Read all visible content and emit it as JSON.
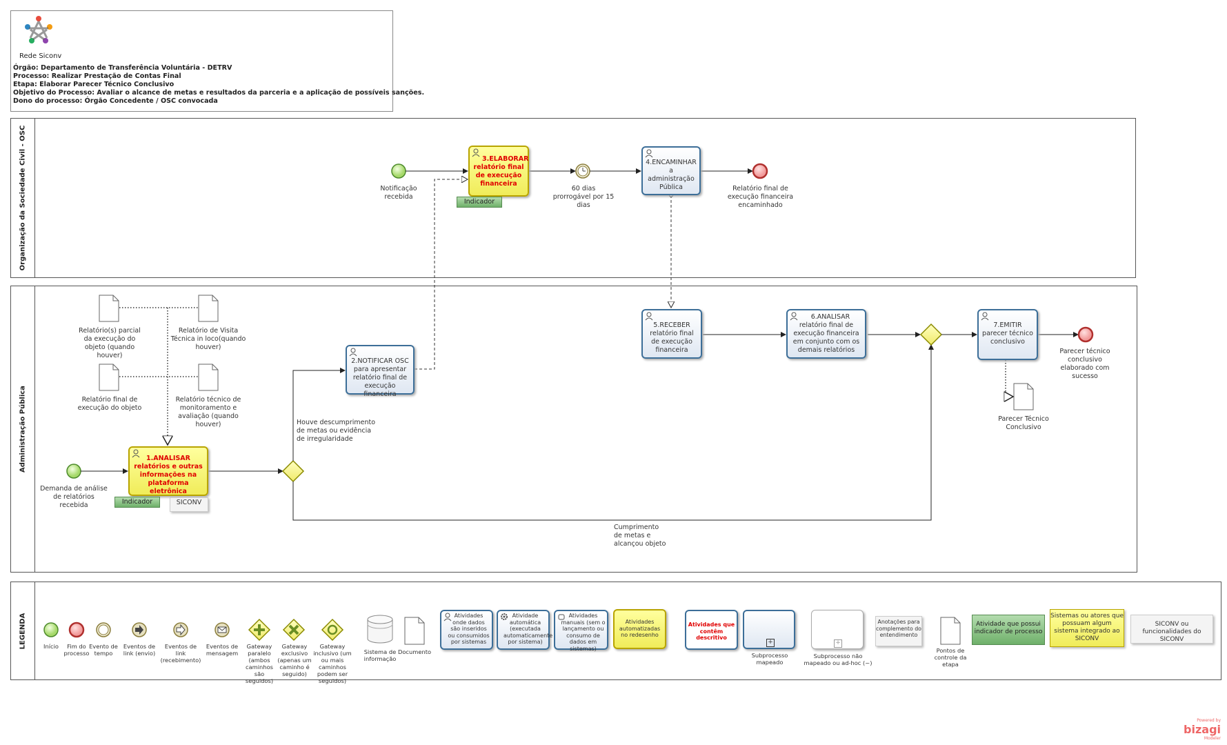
{
  "header": {
    "logo_text": "Rede Siconv",
    "lines": [
      "Órgão: Departamento de Transferência Voluntária - DETRV",
      "Processo: Realizar Prestação de Contas Final",
      "Etapa: Elaborar Parecer Técnico Conclusivo",
      "Objetivo do Processo: Avaliar o alcance de metas e resultados da parceria e a aplicação de possíveis sanções.",
      "Dono do processo: Órgão Concedente / OSC convocada"
    ]
  },
  "pools": {
    "osc": "Organização da Sociedade Civil - OSC",
    "admin": "Administração Pública",
    "legend": "LEGENDA"
  },
  "osc": {
    "start_label": "Notificação recebida",
    "task3_num": "3.ELABORAR",
    "task3_text": "relatório final de execução financeira",
    "indicator": "Indicador",
    "timer_label": "60 dias prorrogável por 15 dias",
    "task4_num": "4.ENCAMINHAR",
    "task4_text": "a administração Pública",
    "end_label": "Relatório final de execução financeira encaminhado"
  },
  "admin": {
    "doc1": "Relatório(s) parcial da execução do objeto (quando houver)",
    "doc2": "Relatório de Visita Técnica in loco(quando houver)",
    "doc3": "Relatório final de execução do objeto",
    "doc4": "Relatório técnico de monitoramento e avaliação (quando houver)",
    "start_label": "Demanda de análise de relatórios recebida",
    "task1_num": "1.ANALISAR",
    "task1_text": "relatórios e outras informações na plataforma eletrônica",
    "indicator": "Indicador",
    "siconv": "SICONV",
    "gw_label_yes": "Houve descumprimento de metas ou evidência de irregularidade",
    "gw_label_no": "Cumprimento de metas e alcançou objeto",
    "task2_num": "2.NOTIFICAR",
    "task2_text": "OSC para apresentar relatório final de execução financeira",
    "task5_num": "5.RECEBER",
    "task5_text": "relatório final de execução financeira",
    "task6_num": "6.ANALISAR",
    "task6_text": "relatório final de execução financeira em conjunto com os demais relatórios",
    "task7_num": "7.EMITIR",
    "task7_text": "parecer técnico conclusivo",
    "end_label": "Parecer técnico conclusivo elaborado com sucesso",
    "doc5": "Parecer Técnico Conclusivo"
  },
  "legend": {
    "inicio": "Início",
    "fim": "Fim do processo",
    "tempo": "Evento de tempo",
    "link_envio": "Eventos de link (envio)",
    "link_receb": "Eventos de link (recebimento)",
    "mensagem": "Eventos de mensagem",
    "gw_paralelo": "Gateway paralelo (ambos caminhos são seguidos)",
    "gw_exclusivo": "Gateway exclusivo (apenas um caminho é seguido)",
    "gw_inclusivo": "Gateway inclusivo (um ou mais caminhos podem ser seguidos)",
    "sistema": "Sistema de informação",
    "documento": "Documento",
    "ativ_dados": "Atividades onde dados são inseridos ou consumidos por sistemas",
    "ativ_auto": "Atividade automática (executada automaticamente por sistema)",
    "ativ_manual": "Atividades manuais (sem o lançamento ou consumo de dados em sistemas)",
    "ativ_redesenho": "Atividades automatizadas no redesenho",
    "ativ_descritivo": "Atividades que contêm descritivo",
    "subproc": "Subprocesso mapeado",
    "subproc_nao": "Subprocesso não mapeado ou ad-hoc (~)",
    "anotacoes": "Anotações para complemento do entendimento",
    "pontos": "Pontos de controle da etapa",
    "indicador": "Atividade que possui indicador de processo",
    "sistemas": "Sistemas ou atores que possuam algum sistema integrado ao SICONV",
    "siconv": "SICONV ou funcionalidades do SICONV"
  },
  "watermark": {
    "small": "Powered by",
    "brand": "bizagi",
    "sub": "Modeler"
  },
  "colors": {
    "start": "#a6d96a",
    "end": "#c0302e",
    "task_border": "#3c6e98",
    "highlight": "#ffff66",
    "red_text": "#e00000",
    "indicator": "#7fbf76"
  }
}
